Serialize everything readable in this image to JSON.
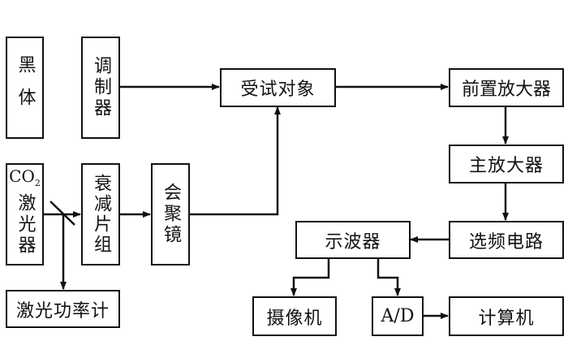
{
  "diagram": {
    "blocks": {
      "blackbody": "黑体",
      "modulator": "调制器",
      "co2_laser_prefix": "CO",
      "co2_laser_sub": "2",
      "co2_laser_rest": "激光器",
      "attenuator": "衰减片组",
      "converging_mirror": "会聚镜",
      "laser_power_meter": "激光功率计",
      "test_object": "受试对象",
      "preamplifier": "前置放大器",
      "main_amplifier": "主放大器",
      "frequency_selector": "选频电路",
      "oscilloscope": "示波器",
      "camera": "摄像机",
      "ad_converter": "A/D",
      "computer": "计算机"
    },
    "connections": [
      {
        "from": "调制器",
        "to": "受试对象"
      },
      {
        "from": "CO2激光器",
        "to": "衰减片组",
        "via": "分束镜"
      },
      {
        "from": "分束镜",
        "to": "激光功率计"
      },
      {
        "from": "衰减片组",
        "to": "会聚镜"
      },
      {
        "from": "会聚镜",
        "to": "受试对象"
      },
      {
        "from": "受试对象",
        "to": "前置放大器"
      },
      {
        "from": "前置放大器",
        "to": "主放大器"
      },
      {
        "from": "主放大器",
        "to": "选频电路"
      },
      {
        "from": "选频电路",
        "to": "示波器"
      },
      {
        "from": "示波器",
        "to": "摄像机"
      },
      {
        "from": "示波器",
        "to": "A/D"
      },
      {
        "from": "A/D",
        "to": "计算机"
      }
    ]
  }
}
